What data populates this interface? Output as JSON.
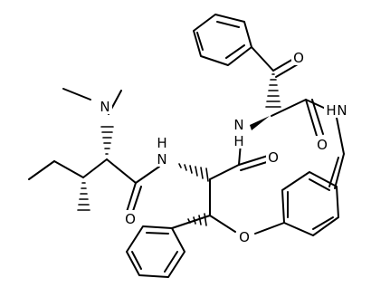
{
  "molecule": {
    "atom_labels": {
      "n_dimethyl": "N",
      "n_amide_left": "N",
      "h_amide_left": "H",
      "n_amide_mid": "N",
      "h_amide_mid": "H",
      "n_amide_right": "N",
      "h_amide_right": "H",
      "o_amide_left": "O",
      "o_amide_mid": "O",
      "o_ketone": "O",
      "o_amide_right": "O",
      "o_ether": "O"
    }
  },
  "colors": {
    "bond": "#000000",
    "background": "#ffffff"
  }
}
